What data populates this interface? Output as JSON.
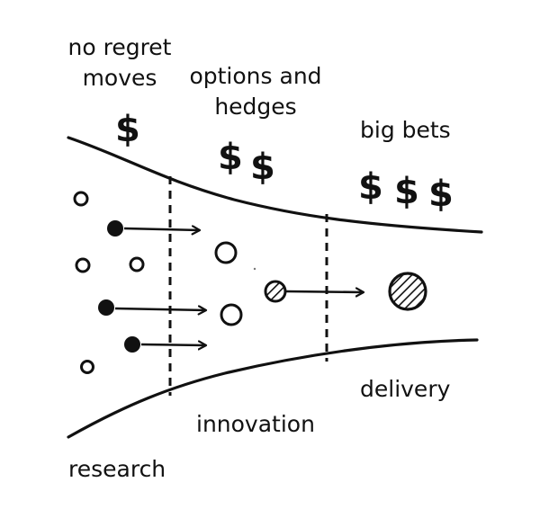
{
  "stages": {
    "no_regret": {
      "label_line1": "no regret",
      "label_line2": "moves",
      "cost": "$"
    },
    "options": {
      "label_line1": "options and",
      "label_line2": "hedges",
      "cost_1": "$",
      "cost_2": "$"
    },
    "big_bets": {
      "label": "big bets",
      "cost_1": "$",
      "cost_2": "$",
      "cost_3": "$"
    }
  },
  "phases": {
    "research": "research",
    "innovation": "innovation",
    "delivery": "delivery"
  },
  "colors": {
    "ink": "#111111",
    "background": "#ffffff"
  }
}
